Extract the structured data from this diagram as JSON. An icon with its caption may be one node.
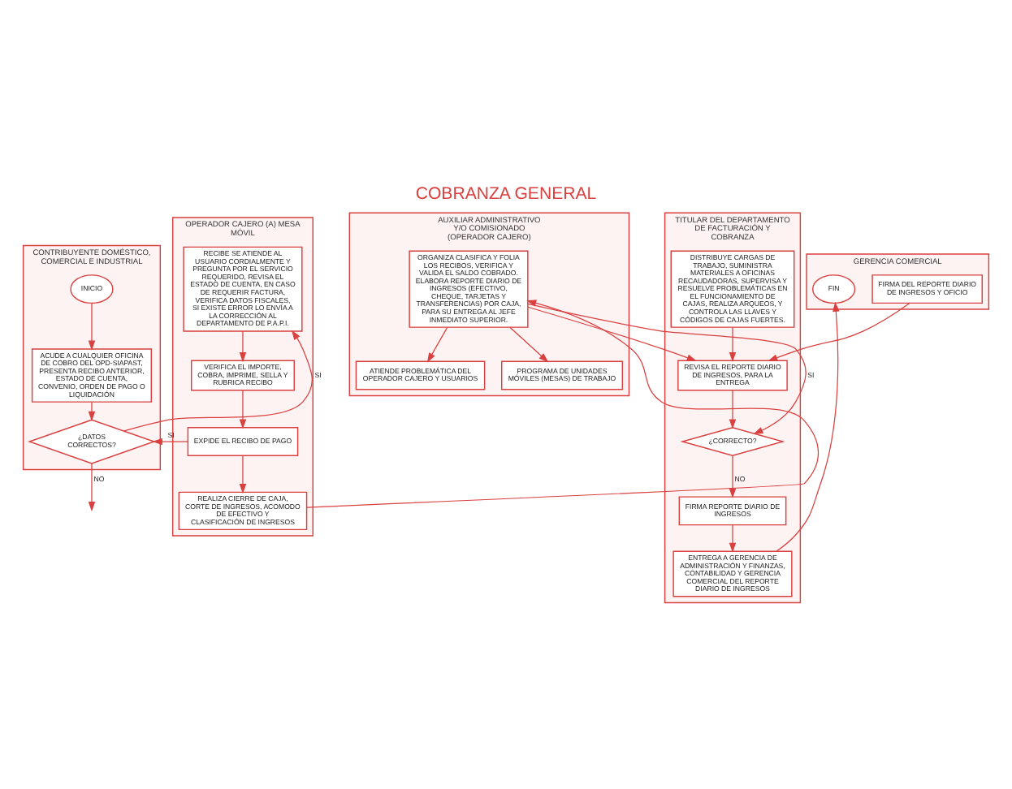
{
  "diagram": {
    "title": "COBRANZA GENERAL",
    "nodes": [
      {
        "text": [
          "CONTRIBUYENTE DOMÉSTICO, COMERCIAL E INDUSTRIAL"
        ]
      },
      {
        "text": [
          "OPERADOR CAJERO (A) MESA MÓVIL"
        ]
      },
      {
        "text": [
          "AUXILIAR ADMINISTRATIVO Y/O COMISIONADO (OPERADOR CAJERO)"
        ]
      },
      {
        "text": [
          "TITULAR DEL DEPARTAMENTO DE FACTURACIÓN Y COBRANZA"
        ]
      },
      {
        "text": [
          "GERENCIA COMERCIAL"
        ]
      },
      {
        "text": [
          "INICIO"
        ],
        "in": 0
      },
      {
        "text": [
          "ACUDE A CUALQUIER OFICINA DE COBRO DEL OPD-SIAPAST, PRESENTA RECIBO ANTERIOR, ESTADO DE CUENTA, CONVENIO, ORDEN DE PAGO O LIQUIDACIÓN"
        ],
        "in": 0
      },
      {
        "text": [
          "¿DATOS CORRECTOS?"
        ],
        "in": 0
      },
      {
        "text": [
          "RECIBE SE ATIENDE AL USUARIO CORDIALMENTE Y PREGUNTA POR EL SERVICIO REQUERIDO, REVISA EL ESTADO DE CUENTA, EN CASO DE REQUERIR FACTURA, VERIFICA DATOS FISCALES, SI EXISTE ERROR LO ENVÍA A LA CORRECCIÓN AL DEPARTAMENTO DE P.A.P.I."
        ],
        "in": 1
      },
      {
        "text": [
          "VERIFICA EL IMPORTE, COBRA, IMPRIME, SELLA Y RUBRICA RECIBO"
        ],
        "in": 1
      },
      {
        "text": [
          "EXPIDE EL RECIBO DE PAGO"
        ],
        "in": 1
      },
      {
        "text": [
          "REALIZA CIERRE DE CAJA, CORTE DE INGRESOS, ACOMODO DE EFECTIVO Y CLASIFICACIÓN DE INGRESOS"
        ],
        "in": 1
      },
      {
        "text": [
          "ATIENDE PROBLEMÁTICA DEL OPERADOR CAJERO Y USUARIOS"
        ],
        "in": 2
      },
      {
        "text": [
          "ORGANIZA CLASIFICA Y FOLIA LOS RECIBOS, VERIFICA Y VALIDA EL SALDO COBRADO. ELABORA REPORTE DIARIO DE INGRESOS (EFECTIVO, CHEQUE, TARJETAS Y TRANSFERENCIAS) POR CAJA, PARA SU ENTREGA AL JEFE INMEDIATO SUPERIOR."
        ],
        "in": 2
      },
      {
        "text": [
          "PROGRAMA DE UNIDADES MÓVILES (MESAS) DE TRABAJO"
        ],
        "in": 2
      },
      {
        "text": [
          "DISTRIBUYE CARGAS DE TRABAJO, SUMINISTRA MATERIALES A OFICINAS RECAUDADORAS, SUPERVISA Y RESUELVE PROBLEMÁTICAS EN EL FUNCIONAMIENTO DE CAJAS, REALIZA ARQUEOS, Y CONTROLA LAS LLAVES Y CÓDIGOS DE CAJAS FUERTES."
        ],
        "in": 3
      },
      {
        "text": [
          "REVISA EL REPORTE DIARIO DE INGRESOS, PARA LA ENTREGA"
        ],
        "in": 3
      },
      {
        "text": [
          "¿CORRECTO?"
        ],
        "in": 3
      },
      {
        "text": [
          "FIRMA REPORTE DIARIO DE INGRESOS"
        ],
        "in": 3
      },
      {
        "text": [
          "ENTREGA A GERENCIA DE ADMINISTRACIÓN Y FINANZAS, CONTABILIDAD Y GERENCIA COMERCIAL DEL REPORTE DIARIO DE INGRESOS"
        ],
        "in": 3
      },
      {
        "text": [
          "FIRMA DEL REPORTE DIARIO DE INGRESOS Y OFICIO"
        ],
        "in": 4
      },
      {
        "text": [
          "FIN"
        ],
        "in": 4
      }
    ],
    "edges": [
      {
        "from": 5,
        "to": 6,
        "arrow": "to"
      },
      {
        "from": 6,
        "to": 7,
        "arrow": "to"
      },
      {
        "from": 7,
        "to": 8,
        "arrow": "to",
        "label": "SI"
      },
      {
        "from": 7,
        "to": null,
        "arrow": "to",
        "label": "NO"
      },
      {
        "from": 8,
        "to": 9,
        "arrow": "to"
      },
      {
        "from": 9,
        "to": 10,
        "arrow": "to"
      },
      {
        "from": 10,
        "to": 7,
        "arrow": "to",
        "label": "SI"
      },
      {
        "from": 10,
        "to": 11,
        "arrow": "to"
      },
      {
        "from": 11,
        "to": 13,
        "arrow": "to"
      },
      {
        "from": 13,
        "to": 12,
        "arrow": "to"
      },
      {
        "from": 13,
        "to": 14,
        "arrow": "to"
      },
      {
        "from": 13,
        "to": 16,
        "arrow": "to"
      },
      {
        "from": 15,
        "to": 16,
        "arrow": "to"
      },
      {
        "from": 20,
        "to": 16,
        "arrow": "to"
      },
      {
        "from": 16,
        "to": 17,
        "arrow": "to"
      },
      {
        "from": 13,
        "to": 17,
        "arrow": "to",
        "label": "SI"
      },
      {
        "from": 17,
        "to": 18,
        "arrow": "to",
        "label": "NO"
      },
      {
        "from": 18,
        "to": 19,
        "arrow": "to"
      },
      {
        "from": 19,
        "to": 21,
        "arrow": "to"
      }
    ]
  }
}
